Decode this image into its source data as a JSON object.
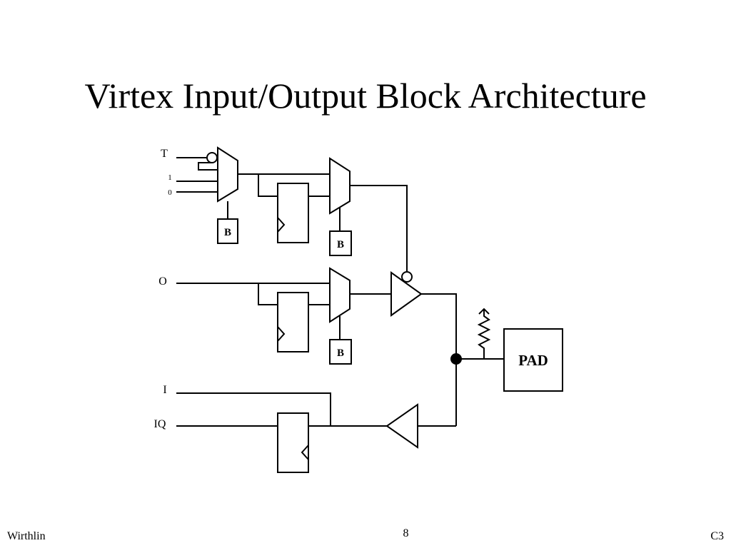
{
  "slide": {
    "title": "Virtex Input/Output Block Architecture"
  },
  "diagram": {
    "signals": {
      "t": "T",
      "one": "1",
      "zero": "0",
      "o": "O",
      "i": "I",
      "iq": "IQ"
    },
    "blocks": {
      "b1": "B",
      "b2": "B",
      "b3": "B",
      "pad": "PAD"
    }
  },
  "footer": {
    "author": "Wirthlin",
    "page": "8",
    "course": "C3"
  }
}
